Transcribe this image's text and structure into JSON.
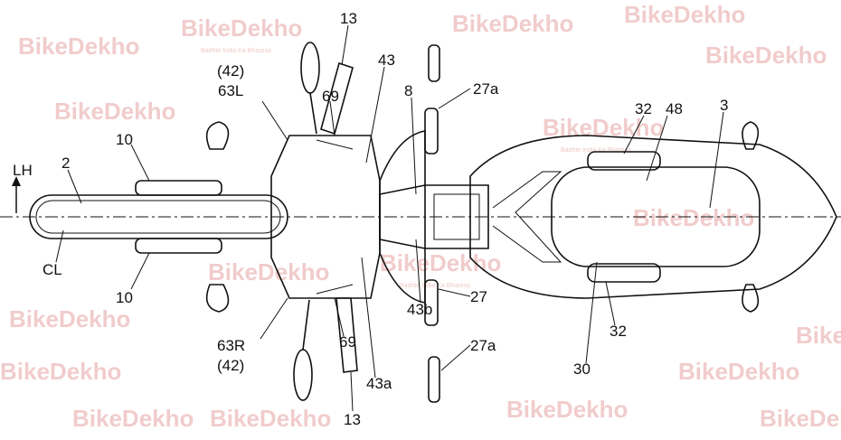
{
  "watermark": {
    "brand": "BikeDekho",
    "tagline": "Badhte India Ka Bharosa",
    "color": "#e7a3a3"
  },
  "labels": {
    "l13_top": "13",
    "l42_top": "(42)",
    "l63L": "63L",
    "l43": "43",
    "l8": "8",
    "l27a_top": "27a",
    "l32_top": "32",
    "l48": "48",
    "l3": "3",
    "l10_top": "10",
    "lLH": "LH",
    "l2": "2",
    "lCL": "CL",
    "l10_bottom": "10",
    "l69_top": "69",
    "l69_bottom": "69",
    "l43b": "43b",
    "l27": "27",
    "l63R": "63R",
    "l42_bottom": "(42)",
    "l43a": "43a",
    "l27a_bottom": "27a",
    "l32_bottom": "32",
    "l30": "30",
    "l13_bottom": "13"
  }
}
